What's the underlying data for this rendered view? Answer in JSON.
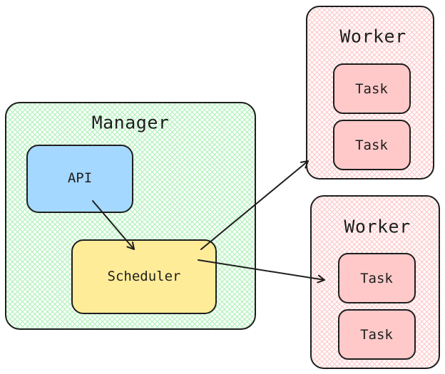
{
  "colors": {
    "manager_fill": "#ffffff",
    "manager_hatch": "#b2f2bb",
    "worker_fill": "#ffffff",
    "worker_hatch": "#ffc9c9",
    "api_fill": "#a5d8ff",
    "scheduler_fill": "#ffec99",
    "task_fill": "#ffc9c9",
    "stroke": "#1e1e1e"
  },
  "manager": {
    "title": "Manager",
    "api_label": "API",
    "scheduler_label": "Scheduler"
  },
  "workers": [
    {
      "title": "Worker",
      "tasks": [
        "Task",
        "Task"
      ]
    },
    {
      "title": "Worker",
      "tasks": [
        "Task",
        "Task"
      ]
    }
  ],
  "edges": [
    {
      "from": "API",
      "to": "Scheduler"
    },
    {
      "from": "Scheduler",
      "to": "Worker 1"
    },
    {
      "from": "Scheduler",
      "to": "Worker 2"
    }
  ]
}
